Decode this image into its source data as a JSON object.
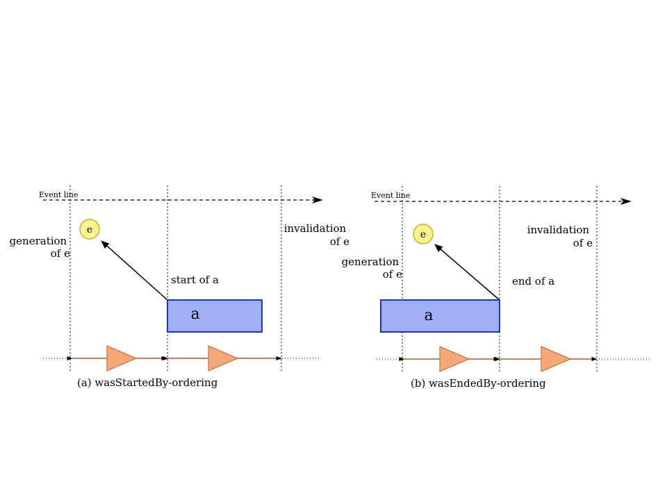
{
  "colors": {
    "activity_fill": "#9fb0f5",
    "activity_stroke": "#1f2fd6",
    "entity_fill": "#fdf48f",
    "entity_stroke": "#b8a800",
    "triangle_fill": "#f7a878",
    "triangle_stroke": "#c0602a",
    "arrow_color": "#b05a2a"
  },
  "panel_a": {
    "event_line": "Event line",
    "entity": "e",
    "generation_line1": "generation",
    "generation_line2": "of e",
    "invalidation_line1": "invalidation",
    "invalidation_line2": "of e",
    "event_label": "start of a",
    "activity": "a",
    "caption": "(a) wasStartedBy-ordering"
  },
  "panel_b": {
    "event_line": "Event line",
    "entity": "e",
    "generation_line1": "generation",
    "generation_line2": "of e",
    "invalidation_line1": "invalidation",
    "invalidation_line2": "of e",
    "event_label": "end of a",
    "activity": "a",
    "caption": "(b) wasEndedBy-ordering"
  }
}
